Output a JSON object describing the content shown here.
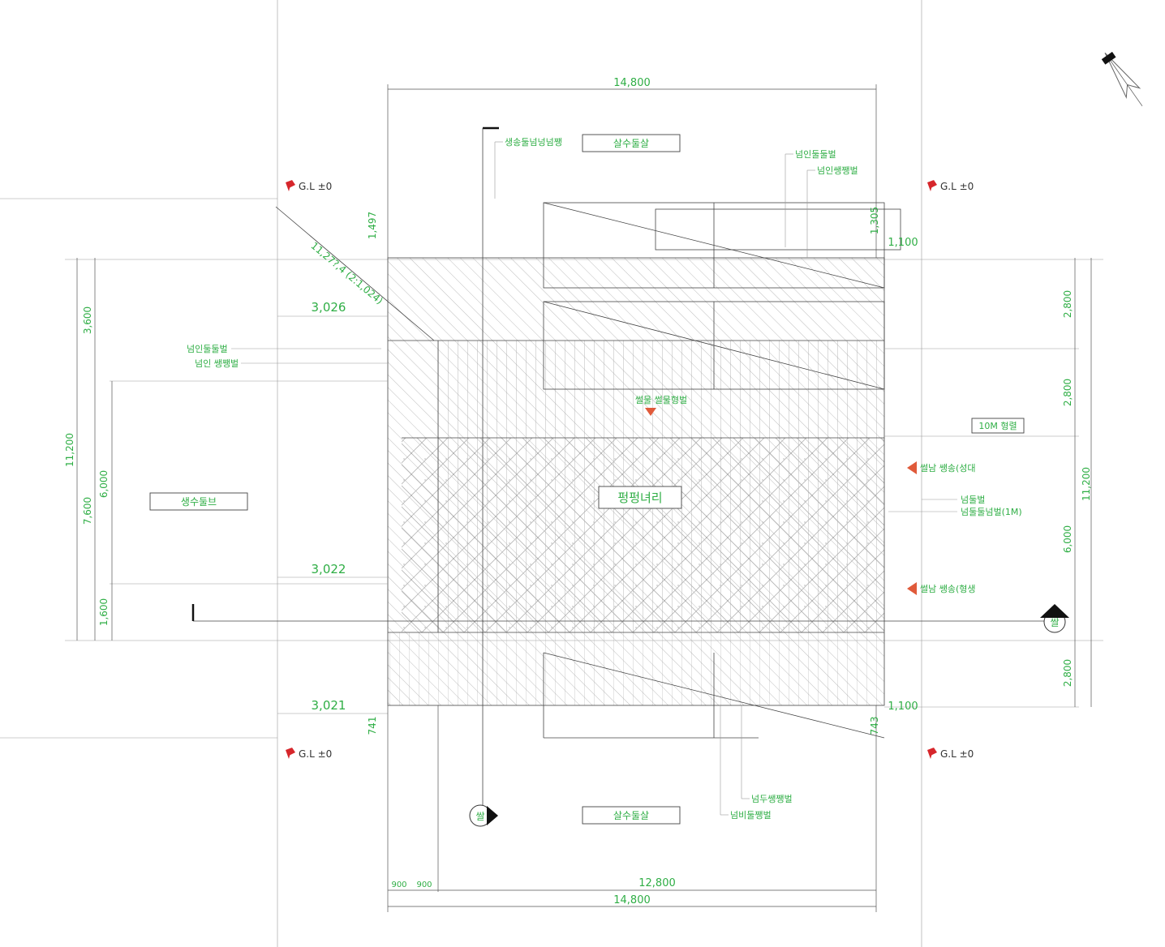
{
  "colors": {
    "annotation": "#2fae45",
    "hatch": "#bdbdbd",
    "gl_marker": "#d6262b",
    "slope_arrow": "#e05a3a"
  },
  "icons": [
    "north-arrow-icon",
    "gl-marker-icon",
    "slope-arrow-icon",
    "section-marker-icon"
  ],
  "dimensions": {
    "top_total": "14,800",
    "bottom_total": "14,800",
    "bottom_inner": "12,800",
    "bottom_small_a": "900",
    "bottom_small_b": "900",
    "offset_top": "3,026",
    "offset_mid": "3,022",
    "offset_bottom": "3,021",
    "top_left_v": "1,497",
    "top_right_v": "1,305",
    "top_right_h": "1,100",
    "bottom_right_h": "1,100",
    "bottom_left_v": "741",
    "bottom_right_v": "743",
    "left_total": "11,200",
    "left_a": "3,600",
    "left_b": "7,600",
    "left_c": "6,000",
    "left_d": "1,600",
    "right_total": "11,200",
    "right_a": "2,800",
    "right_b": "2,800",
    "right_c": "6,000",
    "right_d": "2,800",
    "diagonal": "11,27?,4 (2:1,024)"
  },
  "gl_markers": [
    "G.L ±0",
    "G.L ±0",
    "G.L ±0",
    "G.L ±0"
  ],
  "rooms": {
    "center": "펑펑녀리",
    "north": "살수둘살",
    "south": "살수둘살",
    "west": "생수둘브",
    "center_top": "썰물 썰물형벌",
    "east_box": "10M 형렬"
  },
  "notes": {
    "top_leader": "생송둘넘넝넘쨍",
    "top_right_a": "넘인둘둘벌",
    "top_right_b": "넘인쌩쨍벌",
    "left_a": "넘인둘둘벌",
    "left_b": "넘인 쌩쨍벌",
    "east_slope_a": "썰남 쌩송(성대",
    "east_slope_b": "썰남 쌩송(형생",
    "east_leader_a": "넘둘벌",
    "east_leader_b": "넘둘둘넘벌(1M)",
    "bottom_a": "넘두쌩쨍벌",
    "bottom_b": "넘비둘쨍벌"
  },
  "section_markers": [
    "쌀",
    "쌀"
  ]
}
